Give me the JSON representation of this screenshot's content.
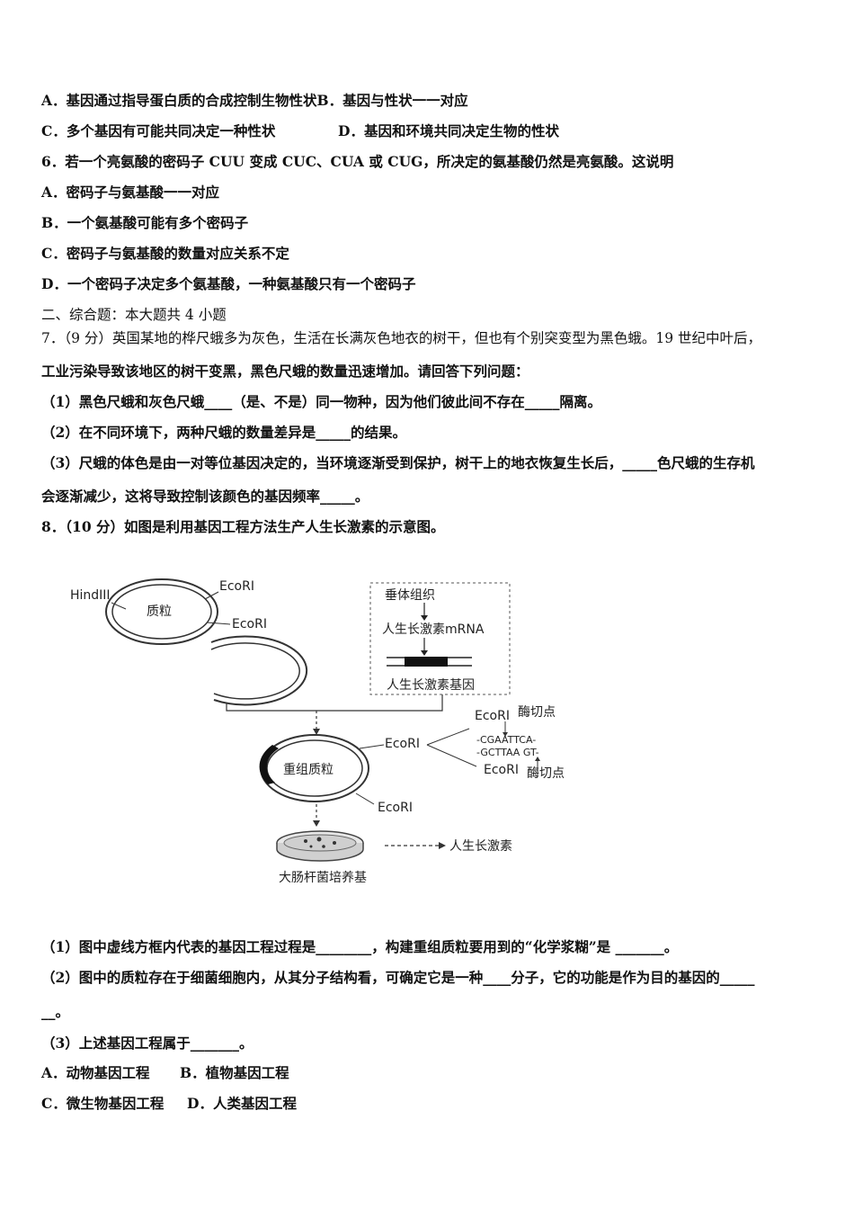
{
  "q5": {
    "optA": "A．基因通过指导蛋白质的合成控制生物性状",
    "optB": "B．基因与性状一一对应",
    "optC": "C．多个基因有可能共同决定一种性状",
    "optD": "D．基因和环境共同决定生物的性状"
  },
  "q6": {
    "stem": "6．若一个亮氨酸的密码子 CUU 变成 CUC、CUA 或 CUG，所决定的氨基酸仍然是亮氨酸。这说明",
    "optA": "A．密码子与氨基酸一一对应",
    "optB": "B．一个氨基酸可能有多个密码子",
    "optC": "C．密码子与氨基酸的数量对应关系不定",
    "optD": "D．一个密码子决定多个氨基酸，一种氨基酸只有一个密码子"
  },
  "section2": "二、综合题：本大题共 4 小题",
  "q7": {
    "stem1": "7．（9 分）英国某地的桦尺蛾多为灰色，生活在长满灰色地衣的树干，但也有个别突变型为黑色蛾。19 世纪中叶后，",
    "stem2": "工业污染导致该地区的树干变黑，黑色尺蛾的数量迅速增加。请回答下列问题：",
    "p1": "（1）黑色尺蛾和灰色尺蛾____（是、不是）同一物种，因为他们彼此间不存在_____隔离。",
    "p2": "（2）在不同环境下，两种尺蛾的数量差异是_____的结果。",
    "p3a": "（3）尺蛾的体色是由一对等位基因决定的，当环境逐渐受到保护，树干上的地衣恢复生长后，_____色尺蛾的生存机",
    "p3b": "会逐渐减少，这将导致控制该颜色的基因频率_____。"
  },
  "q8": {
    "stem": "8．（10 分）如图是利用基因工程方法生产人生长激素的示意图。",
    "p1": "（1）图中虚线方框内代表的基因工程过程是________，构建重组质粒要用到的“化学浆糊”是 _______。",
    "p2a": "（2）图中的质粒存在于细菌细胞内，从其分子结构看，可确定它是一种____分子，它的功能是作为目的基因的_____",
    "p2b": "__。",
    "p3": "（3）上述基因工程属于_______。",
    "optA": "A．动物基因工程",
    "optB": "B．植物基因工程",
    "optC": "C．微生物基因工程",
    "optD": "D．人类基因工程"
  },
  "figure": {
    "hindiii": "HindIII",
    "ecori": "EcoRI",
    "plasmid": "质粒",
    "pituitary": "垂体组织",
    "mrna": "人生长激素mRNA",
    "gene": "人生长激素基因",
    "recombinant": "重组质粒",
    "cut_site": "酶切点",
    "seq_top": "-CGAATTCA-",
    "seq_bottom": "-GCTTAA GT-",
    "product": "人生长激素",
    "medium": "大肠杆菌培养基"
  }
}
